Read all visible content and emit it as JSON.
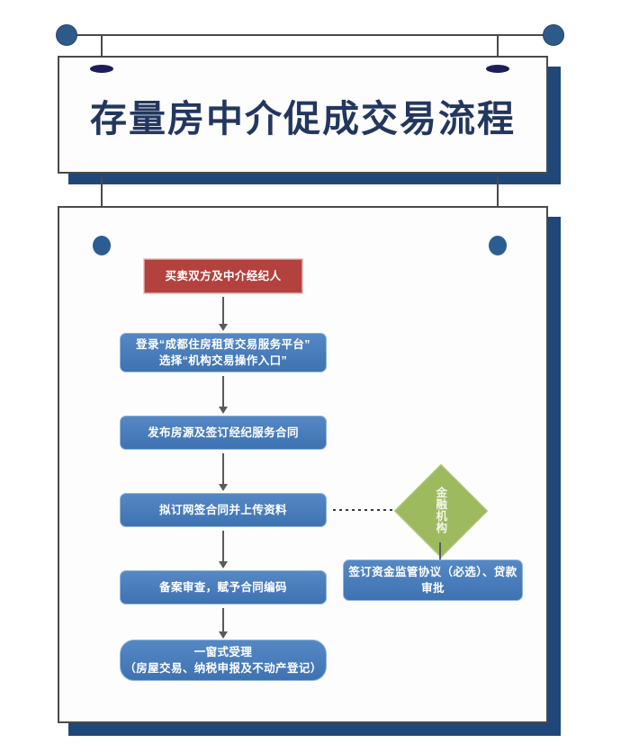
{
  "header": {
    "title": "存量房中介促成交易流程"
  },
  "decor": {
    "knob_left": "hanger-knob-left",
    "knob_right": "hanger-knob-right",
    "pin_left": "pin-left",
    "pin_right": "pin-right",
    "ball_left": "hanging-ball-left",
    "ball_right": "hanging-ball-right"
  },
  "colors": {
    "start_node": "#b3423f",
    "process_node": "#3e72b2",
    "decision_node": "#9dbb5e",
    "panel_shadow": "#1f4779",
    "title_text": "#23375e",
    "connector": "#59595f"
  },
  "flow": {
    "main_nodes": [
      {
        "id": "node-participants",
        "label": "买卖双方及中介经纪人",
        "shape": "rect",
        "color": "#b3423f"
      },
      {
        "id": "node-login-platform",
        "label": "登录“成都住房租赁交易服务平台”\n选择“机构交易操作入口”",
        "shape": "rounded",
        "color": "#3e72b2"
      },
      {
        "id": "node-publish-listing",
        "label": "发布房源及签订经纪服务合同",
        "shape": "rounded",
        "color": "#3e72b2"
      },
      {
        "id": "node-draft-contract",
        "label": "拟订网签合同并上传资料",
        "shape": "rounded",
        "color": "#3e72b2"
      },
      {
        "id": "node-record-review",
        "label": "备案审查，赋予合同编码",
        "shape": "rounded",
        "color": "#3e72b2"
      },
      {
        "id": "node-one-window",
        "label": "一窗式受理\n（房屋交易、纳税申报及不动产登记）",
        "shape": "pill",
        "color": "#3e72b2"
      }
    ],
    "branch": {
      "decision": {
        "id": "node-financial-institution",
        "label": "金融机构",
        "shape": "diamond",
        "color": "#9dbb5e"
      },
      "node": {
        "id": "node-fund-supervision",
        "label": "签订资金监管协议（必选）、贷款\n审批",
        "shape": "rounded",
        "color": "#3e72b2"
      }
    },
    "connectors": [
      {
        "from": "node-participants",
        "to": "node-login-platform",
        "style": "solid-arrow"
      },
      {
        "from": "node-login-platform",
        "to": "node-publish-listing",
        "style": "solid-arrow"
      },
      {
        "from": "node-publish-listing",
        "to": "node-draft-contract",
        "style": "solid-arrow"
      },
      {
        "from": "node-draft-contract",
        "to": "node-record-review",
        "style": "solid-arrow"
      },
      {
        "from": "node-record-review",
        "to": "node-one-window",
        "style": "solid-arrow"
      },
      {
        "from": "node-draft-contract",
        "to": "node-financial-institution",
        "style": "dotted-arrow"
      },
      {
        "from": "node-financial-institution",
        "to": "node-fund-supervision",
        "style": "solid-arrow"
      }
    ]
  }
}
